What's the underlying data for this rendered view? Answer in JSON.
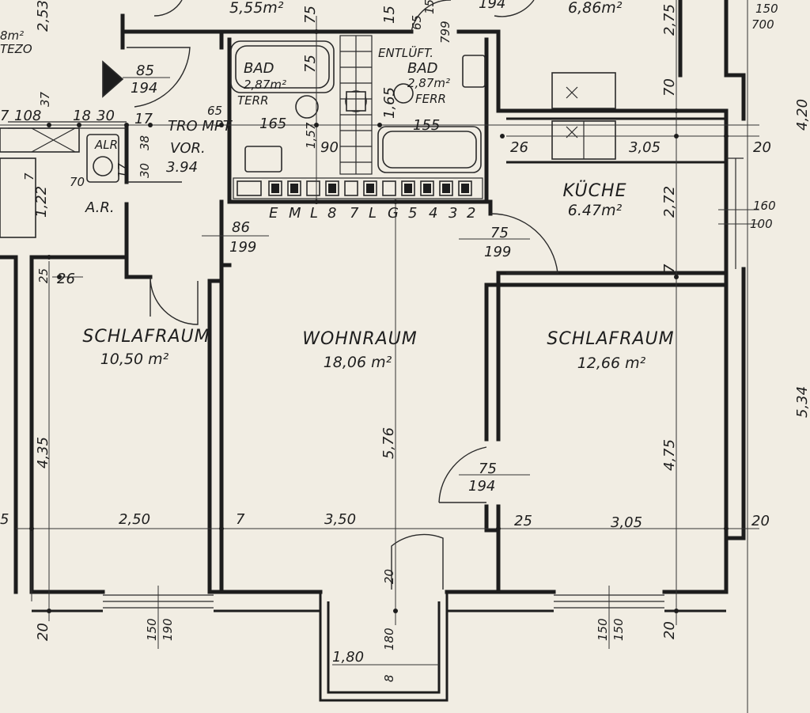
{
  "rooms": {
    "schlafraum_left": {
      "name": "SCHLAFRAUM",
      "area": "10,50 m²"
    },
    "wohnraum": {
      "name": "WOHNRAUM",
      "area": "18,06 m²"
    },
    "schlafraum_right": {
      "name": "SCHLAFRAUM",
      "area": "12,66 m²"
    },
    "kueche": {
      "name": "KÜCHE",
      "area": "6.47m²"
    },
    "bad_left": {
      "name": "BAD",
      "area": "2,87m²",
      "floor": "TERR"
    },
    "bad_right": {
      "name": "BAD",
      "area": "2,87m²",
      "floor": "FERR"
    },
    "vorraum": {
      "name": "VOR.",
      "area": "3.94"
    },
    "top_left_area": {
      "area": "5,55m²"
    },
    "top_right_area": {
      "area": "6,86m²"
    },
    "left_edge_area": {
      "area": "8m²",
      "floor": "TEZO"
    }
  },
  "labels": {
    "entlueft": "ENTLÜFT.",
    "trompt": "TRO MPT",
    "alr": "ALR",
    "ar": "A.R.",
    "shaft_letters": [
      "E",
      "M",
      "L",
      "8",
      "7",
      "L",
      "G",
      "5",
      "4",
      "3",
      "2"
    ]
  },
  "doors": {
    "d1": {
      "w": "85",
      "h": "194"
    },
    "d2": {
      "w": "86",
      "h": "199"
    },
    "d3": {
      "w": "75",
      "h": "199"
    },
    "d4": {
      "w": "75",
      "h": "194"
    },
    "d5": {
      "w": "15",
      "h": "65"
    },
    "d6": {
      "w": "194"
    }
  },
  "dimensions": {
    "top_left_253": "2,53",
    "top_75": "75",
    "top_15": "15",
    "top_799": "799",
    "top_275": "2,75",
    "top_150": "150",
    "top_700": "700",
    "bad_75": "75",
    "bad_165": "1,65",
    "left_37": "37",
    "row_7": "7",
    "row_108": "108",
    "row_18": "18",
    "row_30": "30",
    "row_17": "17",
    "row_65": "65",
    "row_165": "165",
    "row_155": "155",
    "row_26": "26",
    "row_305_top": "3,05",
    "row_20_top": "20",
    "right_420": "4,20",
    "right_160": "160",
    "right_100": "100",
    "kueche_70": "70",
    "kueche_272": "2,72",
    "kueche_7": "7",
    "left_122": "1,22",
    "left_70": "70",
    "left_38": "38",
    "left_30": "30",
    "vert_157": "1,57",
    "vert_90": "90",
    "col_25": "25",
    "col_26": "26",
    "left_435": "4,35",
    "mid_576": "5,76",
    "right_475": "4,75",
    "right_534": "5,34",
    "bottom_5": "5",
    "bottom_250": "2,50",
    "bottom_7": "7",
    "bottom_350": "3,50",
    "bottom_25": "25",
    "bottom_305": "3,05",
    "bottom_20_right": "20",
    "bal_20": "20",
    "win_left_20": "20",
    "win_150_a": "150",
    "win_190": "190",
    "bal_180_v": "180",
    "bal_180": "1,80",
    "bal_8": "8",
    "win_150_b": "150",
    "win_150_c": "150",
    "win_right_20": "20",
    "left_17": "17",
    "left_7_lower": "7"
  },
  "colors": {
    "paper": "#f1ede3",
    "ink": "#1d1d1d"
  }
}
